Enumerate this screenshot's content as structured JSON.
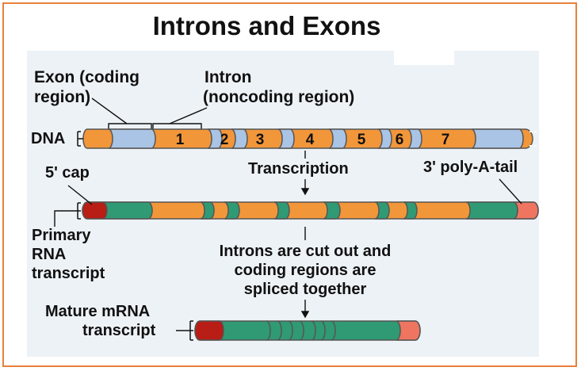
{
  "title": "Introns and Exons",
  "labels": {
    "exon": "Exon (coding\nregion)",
    "intron": "Intron\n(noncoding region)",
    "dna": "DNA",
    "five_cap": "5' cap",
    "transcription": "Transcription",
    "poly_a": "3' poly-A-tail",
    "primary": "Primary\nRNA\ntranscript",
    "cut_out": "Introns are cut out and\ncoding regions are\nspliced together",
    "mature": "Mature mRNA\ntranscript"
  },
  "exon_numbers": [
    "1",
    "2",
    "3",
    "4",
    "5",
    "6",
    "7"
  ],
  "colors": {
    "exon_dna": "#a9c4e4",
    "intron": "#f2963a",
    "exon_rna": "#2f9a74",
    "cap": "#b81d16",
    "tail": "#ef7560",
    "border": "#e8803a",
    "panel": "#edf2f6"
  }
}
